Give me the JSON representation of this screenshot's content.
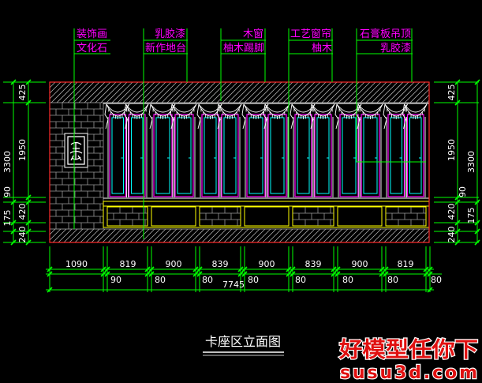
{
  "drawing_title": "卡座区立面图",
  "callouts": [
    {
      "top": "装饰画",
      "bottom": "文化石"
    },
    {
      "top": "乳胶漆",
      "bottom": "新作地台"
    },
    {
      "top": "木窗",
      "bottom": "柚木踢脚"
    },
    {
      "top": "工艺窗帘",
      "bottom": "柚木"
    },
    {
      "top": "石膏板吊顶",
      "bottom": "乳胶漆"
    }
  ],
  "dimensions": {
    "left": {
      "ceiling": "425",
      "window": "1950",
      "overall": "3300",
      "sill": "90",
      "platform_upper": "420",
      "platform_lower": "175",
      "floor": "240"
    },
    "right": {
      "ceiling": "425",
      "window": "1950",
      "overall": "3300",
      "sill": "90",
      "platform_upper": "420",
      "platform_lower": "175",
      "floor": "240"
    },
    "bottom": {
      "segments": [
        "1090",
        "819",
        "900",
        "839",
        "900",
        "839",
        "900",
        "819"
      ],
      "gaps": [
        "90",
        "80",
        "80",
        "80",
        "80",
        "80",
        "80",
        "80"
      ],
      "total": "7745"
    }
  },
  "watermark": {
    "slogan": "好模型任你下",
    "site": "susu3d.com"
  },
  "colors": {
    "background": "#000000",
    "outline": "#ff2a2a",
    "callout_text": "#ff00ff",
    "leader": "#00ff00",
    "window_frame": "#ff00ff",
    "glass": "#00ffff",
    "platform": "#ffff00",
    "hatch": "#b0b0b0",
    "stone": "#9a9a9a",
    "curtain": "#ffffff",
    "dimension_text": "#ffffff",
    "watermark": "#e01010"
  }
}
